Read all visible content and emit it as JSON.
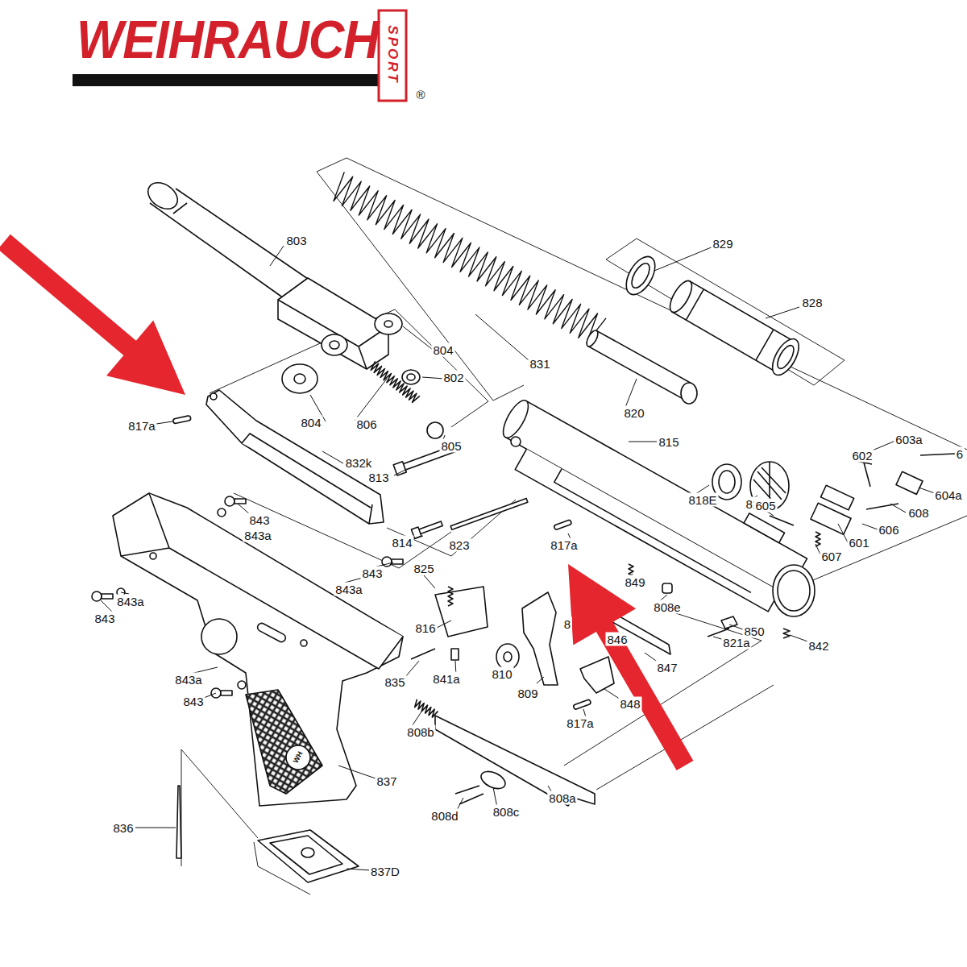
{
  "diagram": {
    "labels": [
      "WEIHRAUCH",
      "SPORT",
      "®",
      "803",
      "829",
      "828",
      "804",
      "802",
      "831",
      "804",
      "806",
      "820",
      "817a",
      "805",
      "815",
      "603a",
      "602",
      "6",
      "832k",
      "813",
      "818E",
      "818",
      "604a",
      "605",
      "608",
      "843",
      "606",
      "843a",
      "814",
      "823",
      "817a",
      "601",
      "607",
      "825",
      "843",
      "849",
      "843a",
      "843a",
      "808e",
      "843",
      "8",
      "816",
      "850",
      "846",
      "821a",
      "842",
      "847",
      "810",
      "841a",
      "843a",
      "835",
      "809",
      "843",
      "848",
      "817a",
      "808b",
      "837",
      "808a",
      "808c",
      "808d",
      "836",
      "837D",
      "WH"
    ]
  }
}
